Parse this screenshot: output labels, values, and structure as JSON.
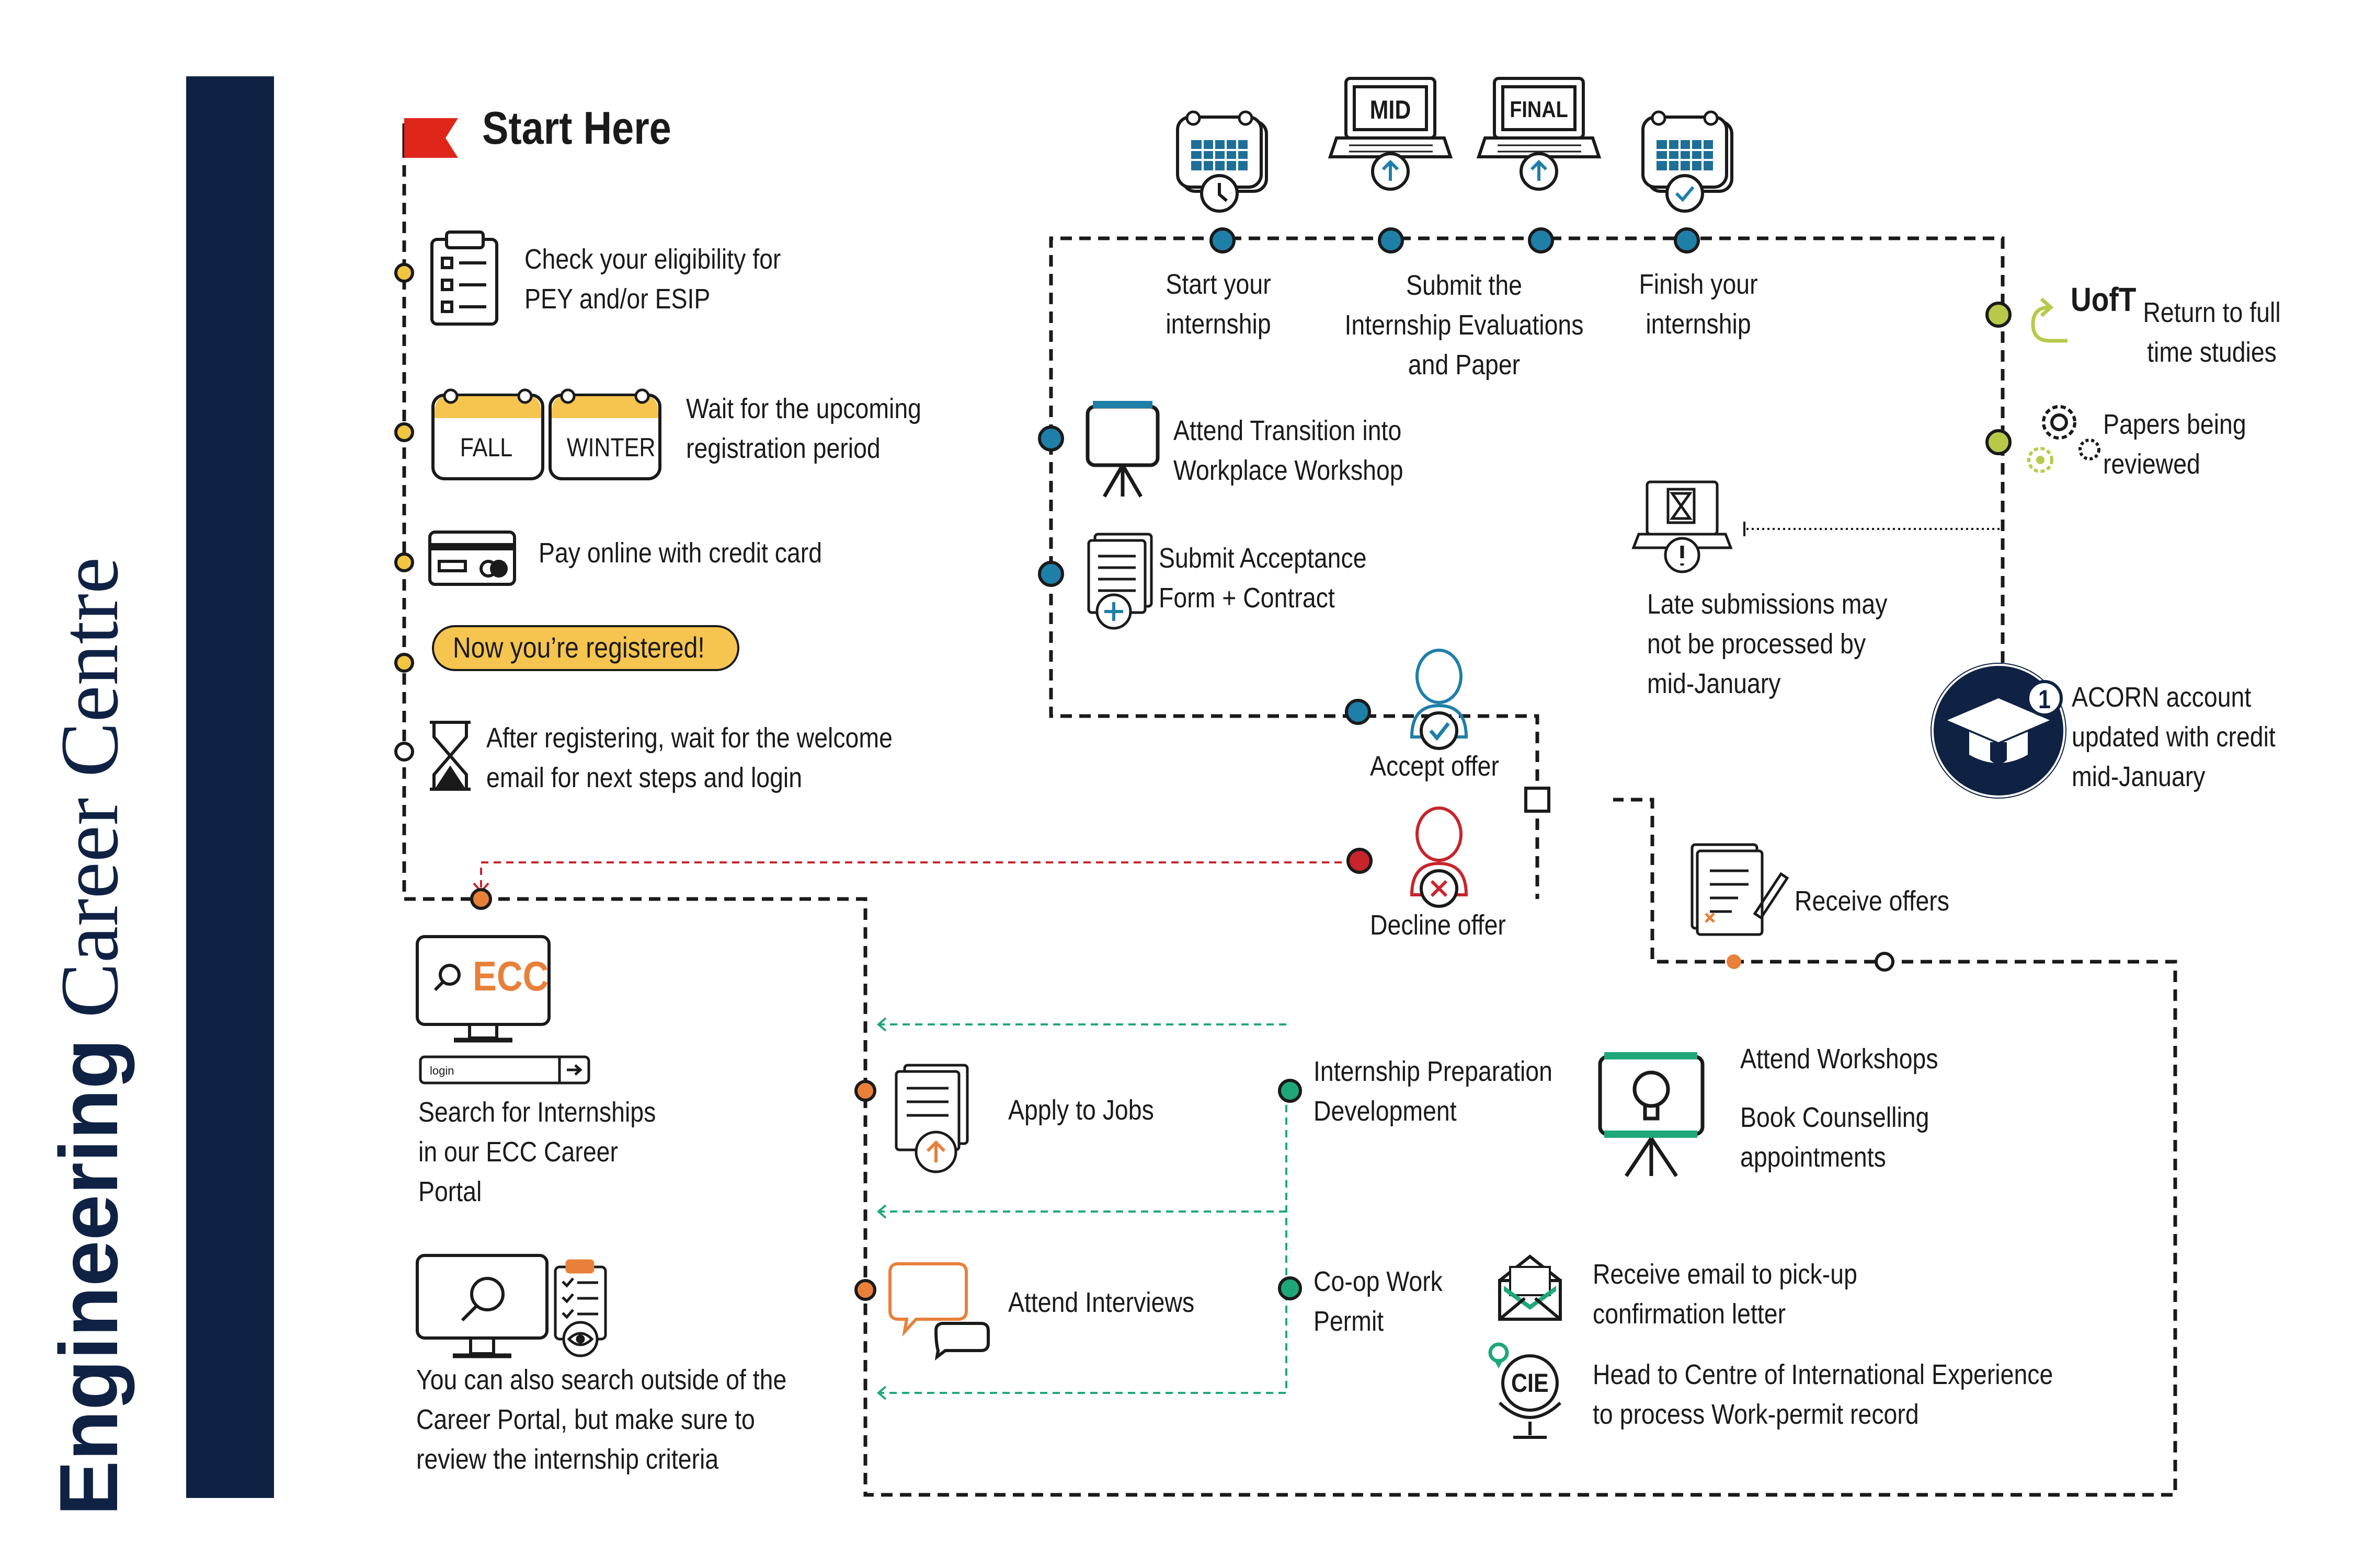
{
  "title": {
    "bold": "Engineering",
    "regular": "Career Centre"
  },
  "start": "Start Here",
  "left_column": {
    "eligibility": [
      "Check your eligibility for",
      "PEY and/or ESIP"
    ],
    "calendar_fall": "FALL",
    "calendar_winter": "WINTER",
    "wait_registration": [
      "Wait for the upcoming",
      "registration period"
    ],
    "pay": "Pay online with credit card",
    "registered": "Now you’re registered!",
    "welcome_email": [
      "After registering, wait for the welcome",
      "email for next steps and login"
    ],
    "search_ecc": [
      "Search for Internships",
      "in our ECC Career",
      "Portal"
    ],
    "ecc_logo": "ECC",
    "login_field": "login",
    "search_outside": [
      "You can also search outside of the",
      "Career Portal, but make sure to",
      "review the internship criteria"
    ]
  },
  "middle": {
    "apply_jobs": "Apply to Jobs",
    "attend_interviews": "Attend Interviews",
    "prep_dev": [
      "Internship Preparation",
      "Development"
    ],
    "coop_permit": [
      "Co-op Work",
      "Permit"
    ],
    "attend_workshops": "Attend Workshops",
    "book_counselling": [
      "Book Counselling",
      "appointments"
    ],
    "receive_email": [
      "Receive email to pick-up",
      "confirmation letter"
    ],
    "cie_logo": "CIE",
    "head_cie": [
      "Head to Centre of International Experience",
      "to process Work-permit record"
    ]
  },
  "offers": {
    "receive_offers": "Receive offers",
    "accept": "Accept offer",
    "decline": "Decline offer"
  },
  "top": {
    "start_internship": [
      "Start your",
      "internship"
    ],
    "submit_eval": [
      "Submit the",
      "Internship Evaluations",
      "and Paper"
    ],
    "finish_internship": [
      "Finish your",
      "internship"
    ],
    "mid": "MID",
    "final": "FINAL",
    "transition": [
      "Attend Transition into",
      "Workplace Workshop"
    ],
    "acceptance": [
      "Submit Acceptance",
      "Form + Contract"
    ]
  },
  "right": {
    "uoft": "UofT",
    "return": [
      "Return to full",
      "time studies"
    ],
    "papers": [
      "Papers being",
      "reviewed"
    ],
    "late": [
      "Late submissions may",
      "not be processed by",
      "mid-January"
    ],
    "acorn": [
      "ACORN account",
      "updated with credit",
      "mid-January"
    ],
    "acorn_badge": "1"
  },
  "colors": {
    "navy": "#0f2244",
    "blue_dot": "#1e7fa8",
    "yellow_dot": "#f2c640",
    "orange": "#e8803a",
    "green": "#1ea87a",
    "red": "#c8242c",
    "lime": "#b8c94a",
    "calendar_blue": "#1e6f97",
    "pill": "#f6c54f"
  }
}
